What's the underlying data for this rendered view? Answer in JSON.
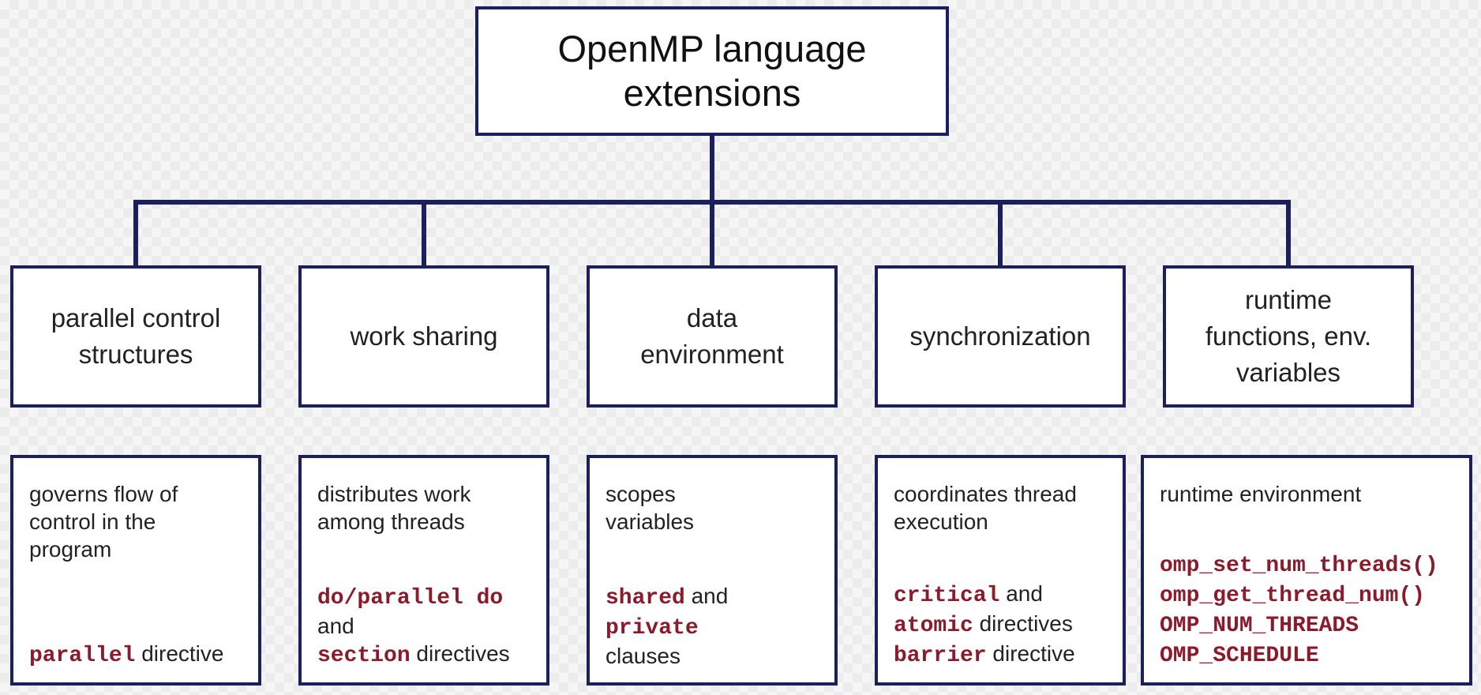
{
  "title": "OpenMP language\nextensions",
  "colors": {
    "border": "#1c1f5e",
    "keyword": "#8b1a2b",
    "text": "#222222"
  },
  "categories": [
    {
      "label": "parallel control\nstructures",
      "description": "governs flow of\ncontrol in the\nprogram",
      "code": [
        [
          {
            "t": "parallel",
            "kw": true
          },
          {
            "t": " directive",
            "kw": false
          }
        ]
      ]
    },
    {
      "label": "work sharing",
      "description": "distributes work\namong threads",
      "code": [
        [
          {
            "t": "do/parallel do",
            "kw": true
          }
        ],
        [
          {
            "t": "and",
            "kw": false
          }
        ],
        [
          {
            "t": "section",
            "kw": true
          },
          {
            "t": " directives",
            "kw": false
          }
        ]
      ]
    },
    {
      "label": "data\nenvironment",
      "description": "scopes\nvariables",
      "code": [
        [
          {
            "t": "shared",
            "kw": true
          },
          {
            "t": " and",
            "kw": false
          }
        ],
        [
          {
            "t": "private",
            "kw": true
          }
        ],
        [
          {
            "t": "clauses",
            "kw": false
          }
        ]
      ]
    },
    {
      "label": "synchronization",
      "description": "coordinates thread\nexecution",
      "code": [
        [
          {
            "t": "critical",
            "kw": true
          },
          {
            "t": " and",
            "kw": false
          }
        ],
        [
          {
            "t": "atomic",
            "kw": true
          },
          {
            "t": " directives",
            "kw": false
          }
        ],
        [
          {
            "t": "barrier",
            "kw": true
          },
          {
            "t": " directive",
            "kw": false
          }
        ]
      ]
    },
    {
      "label": "runtime\nfunctions, env.\nvariables",
      "description": "runtime environment",
      "code": [
        [
          {
            "t": "omp_set_num_threads()",
            "kw": true
          }
        ],
        [
          {
            "t": "omp_get_thread_num()",
            "kw": true
          }
        ],
        [
          {
            "t": "OMP_NUM_THREADS",
            "kw": true
          }
        ],
        [
          {
            "t": "OMP_SCHEDULE",
            "kw": true
          }
        ]
      ]
    }
  ]
}
